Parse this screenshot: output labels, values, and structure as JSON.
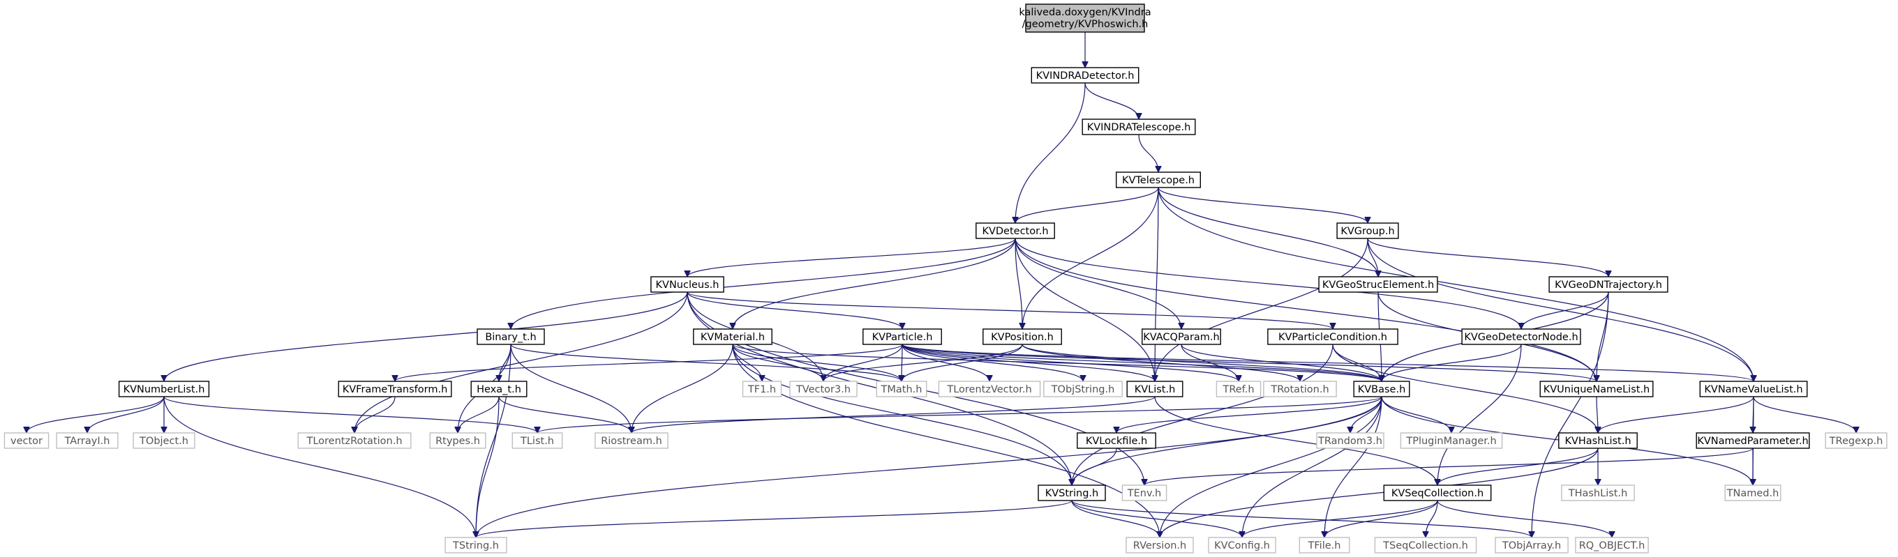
{
  "diagram": {
    "type": "include-dependency-graph",
    "colors": {
      "edge": "#191970",
      "root_fill": "#bfbfbf",
      "node_fill": "#ffffff",
      "node_border": "#000000",
      "leaf_border": "#bfbfbf",
      "leaf_text": "#555555"
    },
    "root": {
      "id": "root",
      "label_line1": "kaliveda.doxygen/KVIndra",
      "label_line2": "/geometry/KVPhoswich.h"
    },
    "nodes": [
      {
        "id": "KVINDRADetector",
        "label": "KVINDRADetector.h",
        "kind": "header"
      },
      {
        "id": "KVINDRATelescope",
        "label": "KVINDRATelescope.h",
        "kind": "header"
      },
      {
        "id": "KVTelescope",
        "label": "KVTelescope.h",
        "kind": "header"
      },
      {
        "id": "KVDetector",
        "label": "KVDetector.h",
        "kind": "header"
      },
      {
        "id": "KVGroup",
        "label": "KVGroup.h",
        "kind": "header"
      },
      {
        "id": "KVNucleus",
        "label": "KVNucleus.h",
        "kind": "header"
      },
      {
        "id": "KVGeoStrucElement",
        "label": "KVGeoStrucElement.h",
        "kind": "header"
      },
      {
        "id": "KVGeoDNTrajectory",
        "label": "KVGeoDNTrajectory.h",
        "kind": "header"
      },
      {
        "id": "Binary_t",
        "label": "Binary_t.h",
        "kind": "header"
      },
      {
        "id": "KVMaterial",
        "label": "KVMaterial.h",
        "kind": "header"
      },
      {
        "id": "KVParticle",
        "label": "KVParticle.h",
        "kind": "header"
      },
      {
        "id": "KVPosition",
        "label": "KVPosition.h",
        "kind": "header"
      },
      {
        "id": "KVACQParam",
        "label": "KVACQParam.h",
        "kind": "header"
      },
      {
        "id": "KVParticleCondition",
        "label": "KVParticleCondition.h",
        "kind": "header"
      },
      {
        "id": "KVGeoDetectorNode",
        "label": "KVGeoDetectorNode.h",
        "kind": "header"
      },
      {
        "id": "KVNumberList",
        "label": "KVNumberList.h",
        "kind": "header"
      },
      {
        "id": "KVFrameTransform",
        "label": "KVFrameTransform.h",
        "kind": "header"
      },
      {
        "id": "Hexa_t",
        "label": "Hexa_t.h",
        "kind": "header"
      },
      {
        "id": "TF1",
        "label": "TF1.h",
        "kind": "external"
      },
      {
        "id": "TVector3",
        "label": "TVector3.h",
        "kind": "external"
      },
      {
        "id": "TMath",
        "label": "TMath.h",
        "kind": "external"
      },
      {
        "id": "TLorentzVector",
        "label": "TLorentzVector.h",
        "kind": "external"
      },
      {
        "id": "TObjString",
        "label": "TObjString.h",
        "kind": "external"
      },
      {
        "id": "KVList",
        "label": "KVList.h",
        "kind": "header"
      },
      {
        "id": "TRef",
        "label": "TRef.h",
        "kind": "external"
      },
      {
        "id": "TRotation",
        "label": "TRotation.h",
        "kind": "external"
      },
      {
        "id": "KVBase",
        "label": "KVBase.h",
        "kind": "header"
      },
      {
        "id": "KVUniqueNameList",
        "label": "KVUniqueNameList.h",
        "kind": "header"
      },
      {
        "id": "KVNameValueList",
        "label": "KVNameValueList.h",
        "kind": "header"
      },
      {
        "id": "vector",
        "label": "vector",
        "kind": "external"
      },
      {
        "id": "TArrayI",
        "label": "TArrayI.h",
        "kind": "external"
      },
      {
        "id": "TObject",
        "label": "TObject.h",
        "kind": "external"
      },
      {
        "id": "TLorentzRotation",
        "label": "TLorentzRotation.h",
        "kind": "external"
      },
      {
        "id": "Rtypes",
        "label": "Rtypes.h",
        "kind": "external"
      },
      {
        "id": "TList",
        "label": "TList.h",
        "kind": "external"
      },
      {
        "id": "Riostream",
        "label": "Riostream.h",
        "kind": "external"
      },
      {
        "id": "KVLockfile",
        "label": "KVLockfile.h",
        "kind": "header"
      },
      {
        "id": "TRandom3",
        "label": "TRandom3.h",
        "kind": "external"
      },
      {
        "id": "TPluginManager",
        "label": "TPluginManager.h",
        "kind": "external"
      },
      {
        "id": "KVHashList",
        "label": "KVHashList.h",
        "kind": "header"
      },
      {
        "id": "KVNamedParameter",
        "label": "KVNamedParameter.h",
        "kind": "header"
      },
      {
        "id": "TRegexp",
        "label": "TRegexp.h",
        "kind": "external"
      },
      {
        "id": "TEnv",
        "label": "TEnv.h",
        "kind": "external"
      },
      {
        "id": "KVString",
        "label": "KVString.h",
        "kind": "header"
      },
      {
        "id": "KVSeqCollection",
        "label": "KVSeqCollection.h",
        "kind": "header"
      },
      {
        "id": "THashList",
        "label": "THashList.h",
        "kind": "external"
      },
      {
        "id": "TNamed",
        "label": "TNamed.h",
        "kind": "external"
      },
      {
        "id": "TString",
        "label": "TString.h",
        "kind": "external"
      },
      {
        "id": "RVersion",
        "label": "RVersion.h",
        "kind": "external"
      },
      {
        "id": "KVConfig",
        "label": "KVConfig.h",
        "kind": "external"
      },
      {
        "id": "TFile",
        "label": "TFile.h",
        "kind": "external"
      },
      {
        "id": "TSeqCollection",
        "label": "TSeqCollection.h",
        "kind": "external"
      },
      {
        "id": "TObjArray",
        "label": "TObjArray.h",
        "kind": "external"
      },
      {
        "id": "RQ_OBJECT",
        "label": "RQ_OBJECT.h",
        "kind": "external"
      }
    ],
    "edges": [
      [
        "root",
        "KVINDRADetector"
      ],
      [
        "KVINDRADetector",
        "KVINDRATelescope"
      ],
      [
        "KVINDRADetector",
        "KVDetector"
      ],
      [
        "KVINDRATelescope",
        "KVTelescope"
      ],
      [
        "KVTelescope",
        "KVDetector"
      ],
      [
        "KVTelescope",
        "KVGroup"
      ],
      [
        "KVTelescope",
        "KVGeoStrucElement"
      ],
      [
        "KVTelescope",
        "KVPosition"
      ],
      [
        "KVTelescope",
        "KVList"
      ],
      [
        "KVTelescope",
        "KVNameValueList"
      ],
      [
        "KVDetector",
        "Binary_t"
      ],
      [
        "KVDetector",
        "KVNucleus"
      ],
      [
        "KVDetector",
        "KVMaterial"
      ],
      [
        "KVDetector",
        "KVPosition"
      ],
      [
        "KVDetector",
        "KVACQParam"
      ],
      [
        "KVDetector",
        "KVGeoDetectorNode"
      ],
      [
        "KVDetector",
        "KVUniqueNameList"
      ],
      [
        "KVDetector",
        "KVList"
      ],
      [
        "KVGroup",
        "KVGeoStrucElement"
      ],
      [
        "KVGroup",
        "KVGeoDNTrajectory"
      ],
      [
        "KVGroup",
        "KVList"
      ],
      [
        "KVGroup",
        "KVNameValueList"
      ],
      [
        "KVGeoStrucElement",
        "KVBase"
      ],
      [
        "KVGeoStrucElement",
        "KVUniqueNameList"
      ],
      [
        "KVGeoDNTrajectory",
        "KVGeoDetectorNode"
      ],
      [
        "KVGeoDNTrajectory",
        "KVBase"
      ],
      [
        "KVGeoDNTrajectory",
        "KVUniqueNameList"
      ],
      [
        "KVGeoDNTrajectory",
        "TObjArray"
      ],
      [
        "KVNucleus",
        "KVNumberList"
      ],
      [
        "KVNucleus",
        "KVParticle"
      ],
      [
        "KVNucleus",
        "KVParticleCondition"
      ],
      [
        "KVNucleus",
        "TLorentzRotation"
      ],
      [
        "KVNucleus",
        "TVector3"
      ],
      [
        "KVNucleus",
        "KVString"
      ],
      [
        "KVNucleus",
        "TEnv"
      ],
      [
        "Binary_t",
        "Hexa_t"
      ],
      [
        "Binary_t",
        "TMath"
      ],
      [
        "Binary_t",
        "Rtypes"
      ],
      [
        "Binary_t",
        "Riostream"
      ],
      [
        "Binary_t",
        "TString"
      ],
      [
        "KVMaterial",
        "TF1"
      ],
      [
        "KVMaterial",
        "TVector3"
      ],
      [
        "KVMaterial",
        "TMath"
      ],
      [
        "KVMaterial",
        "Riostream"
      ],
      [
        "KVMaterial",
        "KVBase"
      ],
      [
        "KVMaterial",
        "KVString"
      ],
      [
        "KVMaterial",
        "RVersion"
      ],
      [
        "KVParticle",
        "KVFrameTransform"
      ],
      [
        "KVParticle",
        "TVector3"
      ],
      [
        "KVParticle",
        "TMath"
      ],
      [
        "KVParticle",
        "TLorentzVector"
      ],
      [
        "KVParticle",
        "TObjString"
      ],
      [
        "KVParticle",
        "KVList"
      ],
      [
        "KVParticle",
        "TRef"
      ],
      [
        "KVParticle",
        "KVBase"
      ],
      [
        "KVParticle",
        "KVUniqueNameList"
      ],
      [
        "KVParticle",
        "KVNameValueList"
      ],
      [
        "KVPosition",
        "TVector3"
      ],
      [
        "KVPosition",
        "TRotation"
      ],
      [
        "KVPosition",
        "KVBase"
      ],
      [
        "KVPosition",
        "TMath"
      ],
      [
        "KVACQParam",
        "TRef"
      ],
      [
        "KVACQParam",
        "KVBase"
      ],
      [
        "KVParticleCondition",
        "KVBase"
      ],
      [
        "KVParticleCondition",
        "KVString"
      ],
      [
        "KVParticleCondition",
        "KVHashList"
      ],
      [
        "KVGeoDetectorNode",
        "KVBase"
      ],
      [
        "KVGeoDetectorNode",
        "KVSeqCollection"
      ],
      [
        "KVNumberList",
        "vector"
      ],
      [
        "KVNumberList",
        "TArrayI"
      ],
      [
        "KVNumberList",
        "TObject"
      ],
      [
        "KVNumberList",
        "TList"
      ],
      [
        "KVNumberList",
        "TString"
      ],
      [
        "KVFrameTransform",
        "TLorentzRotation"
      ],
      [
        "Hexa_t",
        "Rtypes"
      ],
      [
        "Hexa_t",
        "Riostream"
      ],
      [
        "Hexa_t",
        "TString"
      ],
      [
        "KVList",
        "KVSeqCollection"
      ],
      [
        "KVList",
        "Riostream"
      ],
      [
        "KVBase",
        "TList"
      ],
      [
        "KVBase",
        "KVLockfile"
      ],
      [
        "KVBase",
        "TRandom3"
      ],
      [
        "KVBase",
        "TPluginManager"
      ],
      [
        "KVBase",
        "TNamed"
      ],
      [
        "KVBase",
        "KVString"
      ],
      [
        "KVBase",
        "TString"
      ],
      [
        "KVBase",
        "RVersion"
      ],
      [
        "KVBase",
        "KVConfig"
      ],
      [
        "KVBase",
        "TFile"
      ],
      [
        "KVUniqueNameList",
        "KVHashList"
      ],
      [
        "KVNameValueList",
        "KVHashList"
      ],
      [
        "KVNameValueList",
        "KVNamedParameter"
      ],
      [
        "KVNameValueList",
        "TRegexp"
      ],
      [
        "KVNameValueList",
        "TNamed"
      ],
      [
        "KVLockfile",
        "KVString"
      ],
      [
        "KVHashList",
        "KVSeqCollection"
      ],
      [
        "KVHashList",
        "THashList"
      ],
      [
        "KVHashList",
        "RVersion"
      ],
      [
        "KVNamedParameter",
        "TNamed"
      ],
      [
        "KVNamedParameter",
        "TEnv"
      ],
      [
        "KVString",
        "TString"
      ],
      [
        "KVString",
        "RVersion"
      ],
      [
        "KVString",
        "KVConfig"
      ],
      [
        "KVString",
        "TObjArray"
      ],
      [
        "KVSeqCollection",
        "KVConfig"
      ],
      [
        "KVSeqCollection",
        "TFile"
      ],
      [
        "KVSeqCollection",
        "TSeqCollection"
      ],
      [
        "KVSeqCollection",
        "RQ_OBJECT"
      ]
    ]
  }
}
